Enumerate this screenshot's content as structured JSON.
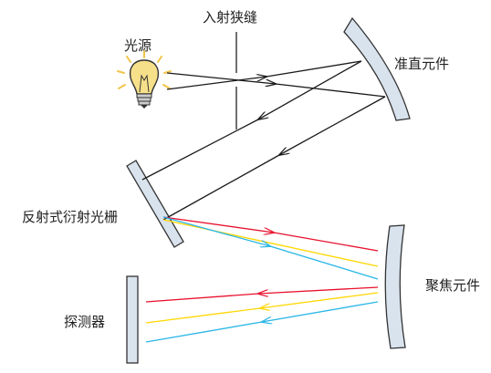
{
  "labels": {
    "slit": "入射狭缝",
    "source": "光源",
    "collimator": "准直元件",
    "grating": "反射式衍射光栅",
    "focusing": "聚焦元件",
    "detector": "探测器"
  },
  "icons": {
    "source": "light-bulb-icon"
  },
  "colors": {
    "optics_fill": "#d9e3ee",
    "optics_stroke": "#333333",
    "beam": "#1a1a1a",
    "red": "#e8102c",
    "yellow": "#ffd700",
    "blue": "#29b6e6",
    "bulb": "#f2c54b",
    "bulb_glow": "#f7e08a"
  }
}
